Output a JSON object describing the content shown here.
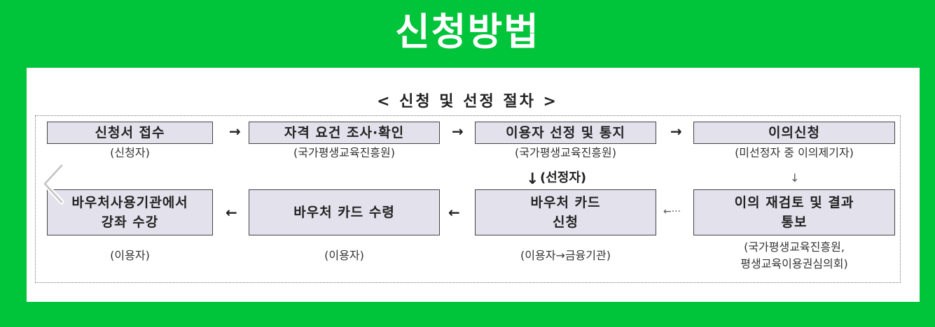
{
  "header": {
    "title": "신청방법"
  },
  "diagram": {
    "subtitle": "< 신청 및 선정 절차 >",
    "steps": [
      {
        "label": "신청서 접수",
        "actor": "(신청자)"
      },
      {
        "label": "자격 요건 조사·확인",
        "actor": "(국가평생교육진흥원)"
      },
      {
        "label": "이용자 선정 및 통지",
        "actor": "(국가평생교육진흥원)"
      },
      {
        "label": "이의신청",
        "actor": "(미선정자 중 이의제기자)"
      },
      {
        "label": "이의 재검토 및 결과\n통보",
        "actor": "(국가평생교육진흥원,\n평생교육이용권심의회)"
      },
      {
        "label": "바우처 카드\n신청",
        "actor": "(이용자→금융기관)"
      },
      {
        "label": "바우처 카드 수령",
        "actor": "(이용자)"
      },
      {
        "label": "바우처사용기관에서\n강좌 수강",
        "actor": "(이용자)"
      }
    ],
    "arrows": {
      "right": "→",
      "left": "←",
      "down": "↓",
      "dot_down": "↓",
      "dot_left": "←···"
    },
    "selected_label": "(선정자)"
  },
  "nav": {
    "icon": "chevron-left-icon"
  },
  "colors": {
    "background": "#00c43a",
    "panel": "#ffffff",
    "box_fill": "#e3e1ec",
    "title": "#ffffff"
  }
}
